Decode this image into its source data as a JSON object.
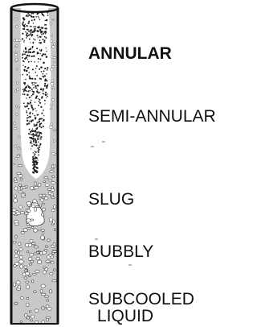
{
  "labels": {
    "annular": "ANNULAR",
    "semi_annular": "SEMI-ANNULAR",
    "slug": "SLUG",
    "bubbly": "BUBBLY",
    "subcooled_line1": "SUBCOOLED",
    "subcooled_line2": "LIQUID"
  },
  "colors": {
    "pipe_wall": "#111111",
    "liquid": "#c8c8c8",
    "vapor": "#ffffff",
    "text": "#111111"
  }
}
